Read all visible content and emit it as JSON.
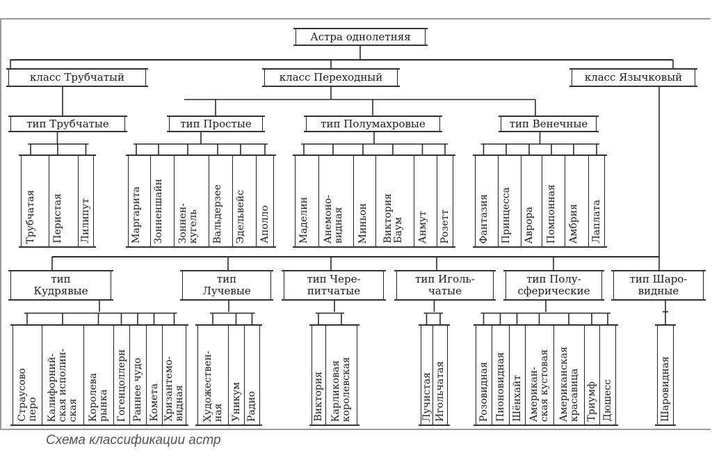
{
  "root": "Астра однолетняя",
  "classes": [
    "класс  Трубчатый",
    "класс  Переходный",
    "класс  Язычковый"
  ],
  "upper_types": [
    {
      "label": "тип  Трубчатые",
      "varieties": [
        "Трубчатая",
        "Перистая",
        "Лилипут"
      ]
    },
    {
      "label": "тип  Простые",
      "varieties": [
        "Маргарита",
        "Зонненшайн",
        "Зоннен-\nкугель",
        "Вальдерзее",
        "Эдельвейс",
        "Аполло"
      ]
    },
    {
      "label": "тип  Полумахровые",
      "varieties": [
        "Маделин",
        "Анемоно-\nвидная",
        "Миньон",
        "Виктория\nБаум",
        "Анмут",
        "Розетт"
      ]
    },
    {
      "label": "тип  Венечные",
      "varieties": [
        "Фантазия",
        "Принцесса",
        "Аврора",
        "Помпонная",
        "Амбрия",
        "Лаплата"
      ]
    }
  ],
  "lower_types": [
    {
      "label": "тип\nКудрявые",
      "varieties": [
        "Страусово\nперо",
        "Калифорний-\nская исполин-\nская",
        "Королева\nрынка",
        "Гогенцоллерн",
        "Раннее чудо",
        "Комета",
        "Хризантемо-\nвидная"
      ]
    },
    {
      "label": "тип\nЛучевые",
      "varieties": [
        "Художествен-\nная",
        "Уникум",
        "Радио"
      ]
    },
    {
      "label": "тип  Чере-\nпитчатые",
      "varieties": [
        "Виктория",
        "Карликовая\nкоролевская"
      ]
    },
    {
      "label": "тип  Иголь-\nчатые",
      "varieties": [
        "Лучистая",
        "Игольчатая"
      ]
    },
    {
      "label": "тип  Полу-\nсферические",
      "varieties": [
        "Розовидная",
        "Пионовидная",
        "Шёнхайт",
        "Американ-\nская кустовая",
        "Американская\nкрасавица",
        "Триумф",
        "Дюшесс"
      ]
    },
    {
      "label": "тип  Шаро-\nвидные",
      "varieties": [
        "Шаровидная"
      ]
    }
  ],
  "caption": "Схема классификации астр"
}
